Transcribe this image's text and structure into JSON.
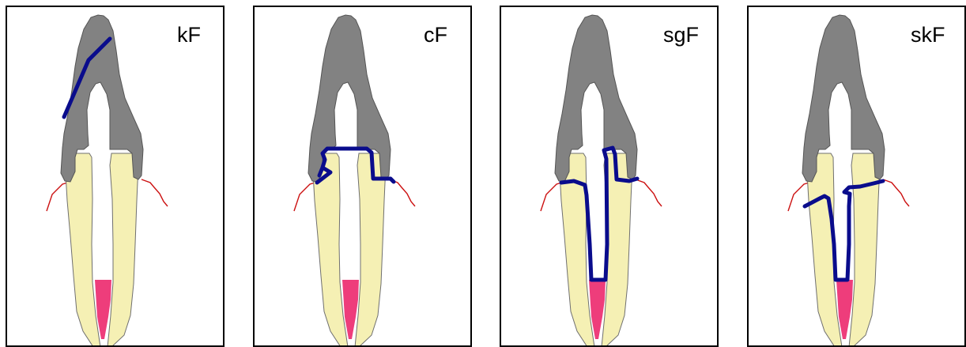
{
  "colors": {
    "enamel": "#828282",
    "dentin": "#f5f0b4",
    "pulp": "#ee3d7b",
    "gingiva": "#cc1111",
    "fracture_line": "#0a0c8c",
    "outline": "#6f6f6f",
    "border": "#000000"
  },
  "panels": [
    {
      "label": "kF"
    },
    {
      "label": "cF"
    },
    {
      "label": "sgF"
    },
    {
      "label": "skF"
    }
  ]
}
